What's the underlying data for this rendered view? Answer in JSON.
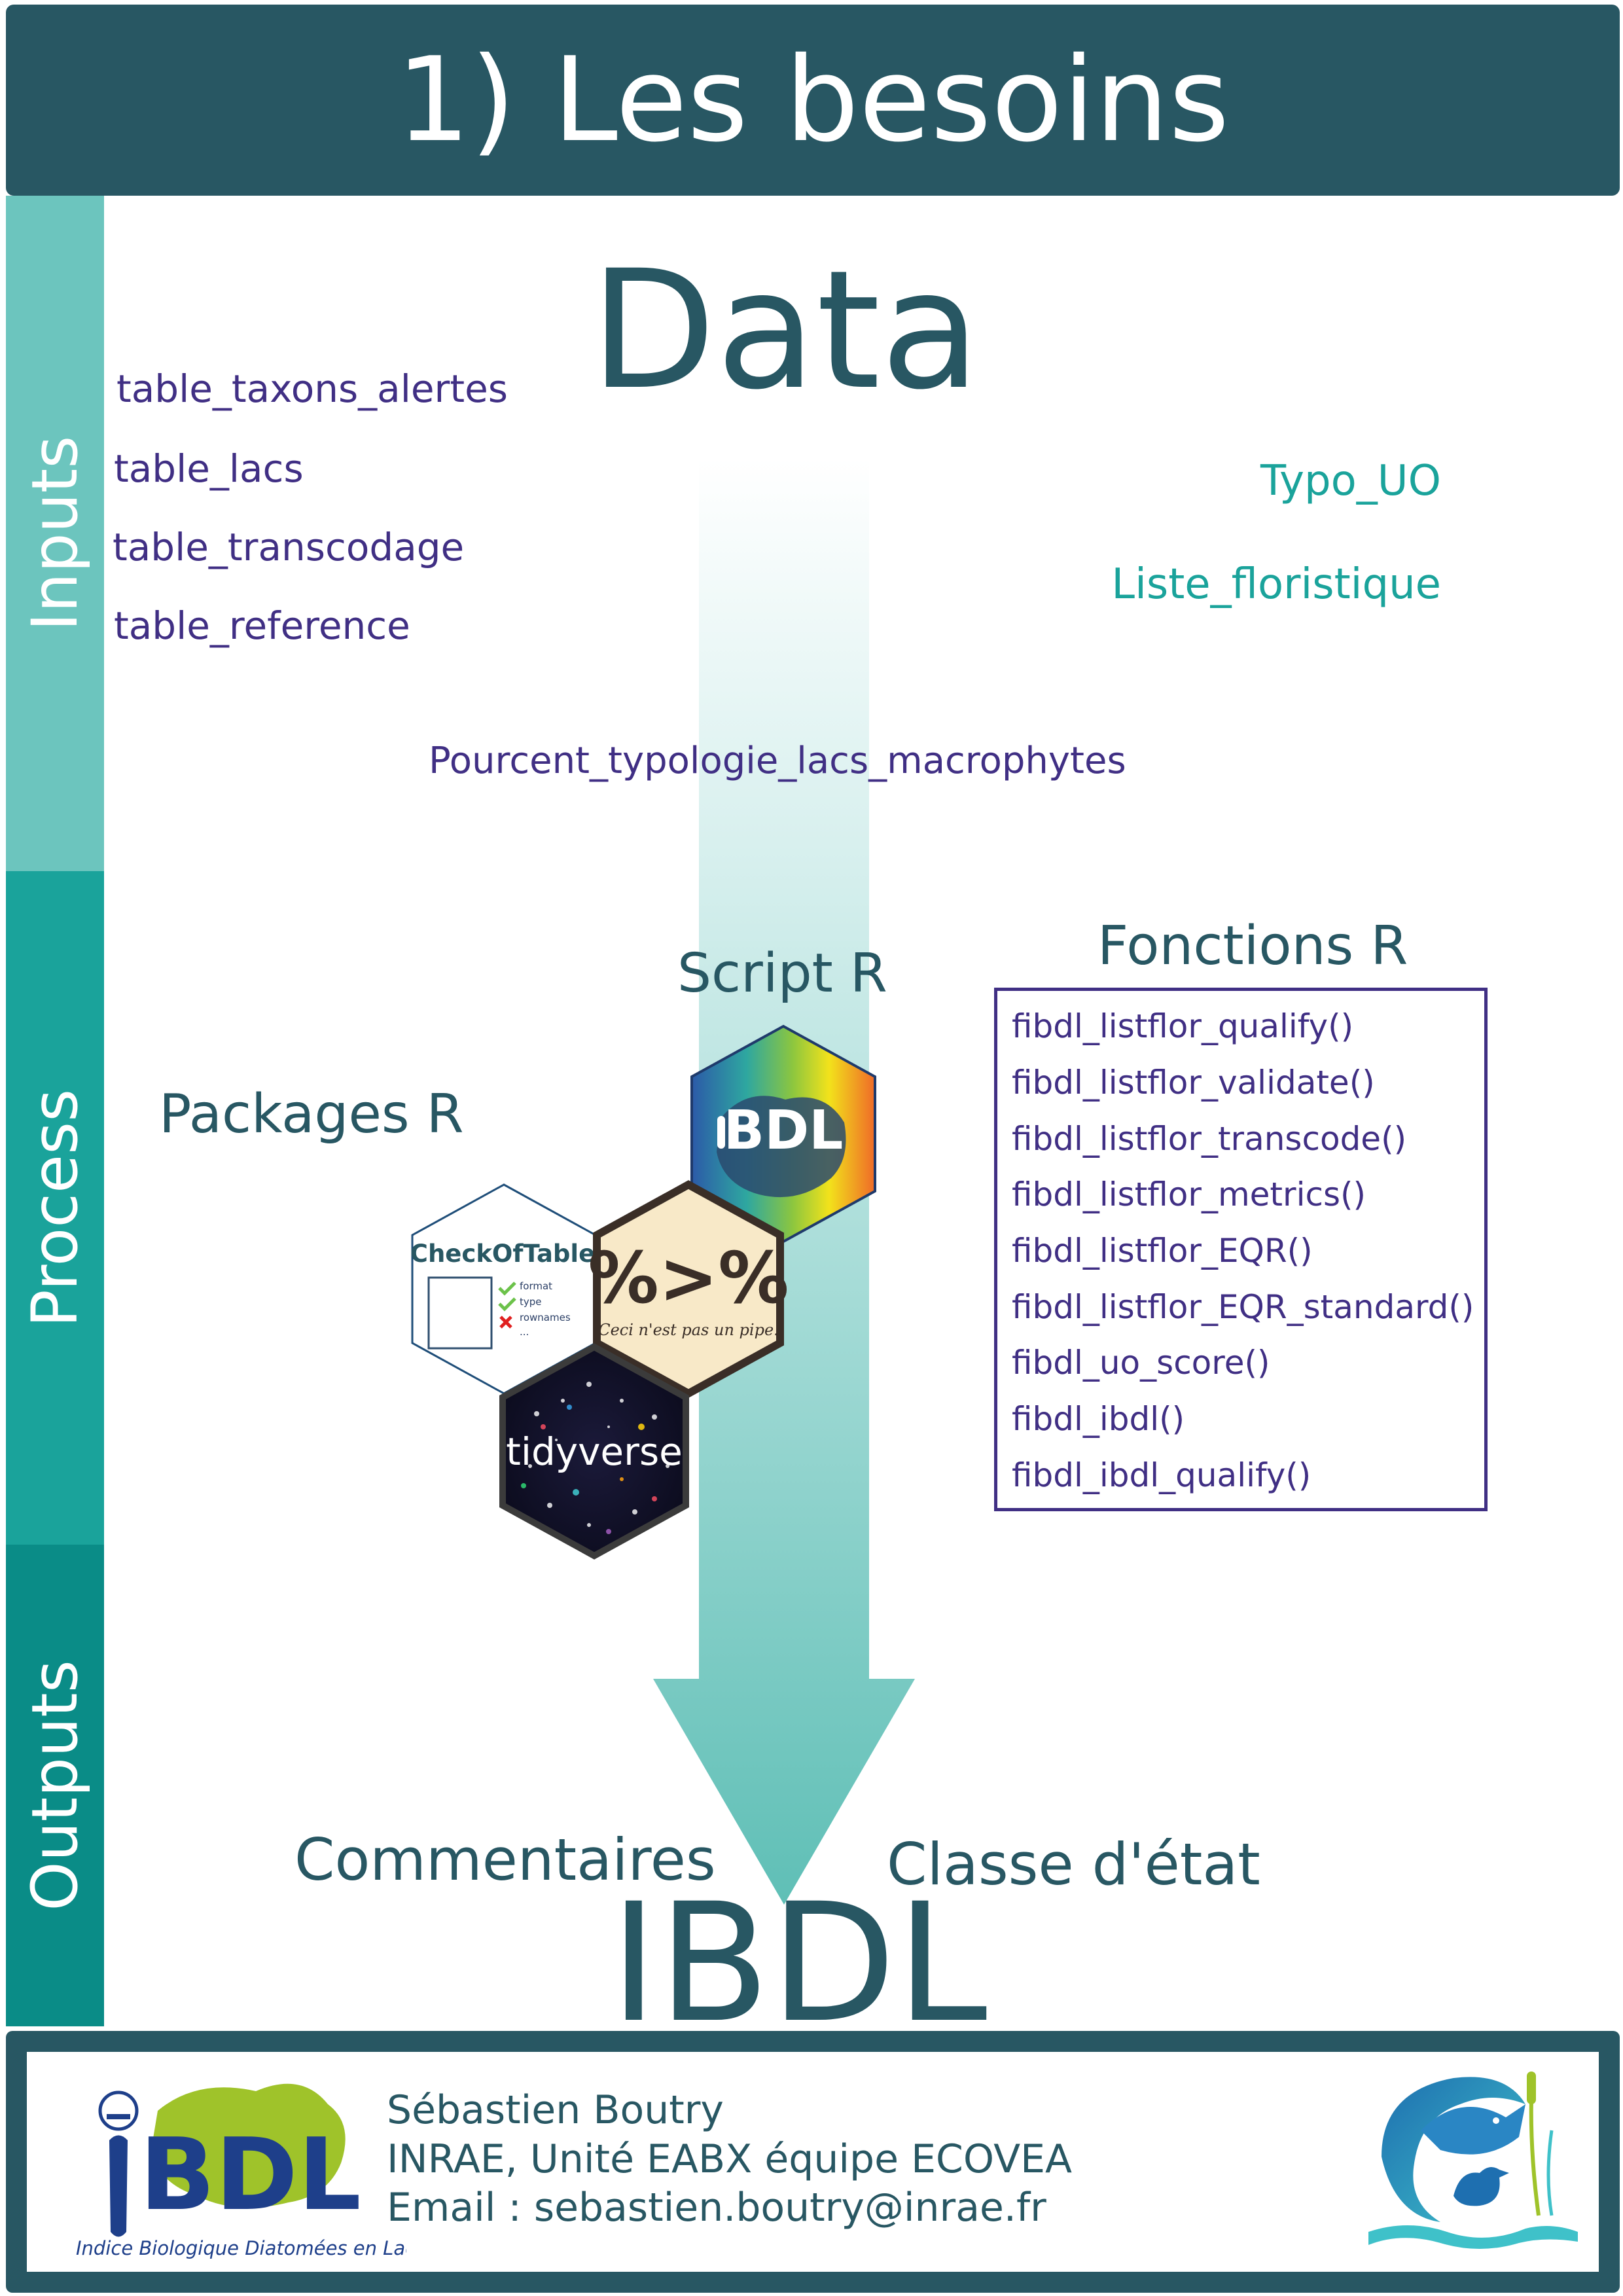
{
  "header": {
    "title": "1) Les besoins"
  },
  "bands": {
    "inputs": "Inputs",
    "process": "Process",
    "outputs": "Outputs"
  },
  "data_title": "Data",
  "input_tables": [
    "table_taxons_alertes",
    "table_lacs",
    "table_transcodage",
    "table_reference"
  ],
  "input_files_right": [
    "Typo_UO",
    "Liste_floristique"
  ],
  "input_center": "Pourcent_typologie_lacs_macrophytes",
  "script_title": "Script R",
  "packages_title": "Packages R",
  "functions_title": "Fonctions R",
  "functions": [
    "fibdl_listflor_qualify()",
    "fibdl_listflor_validate()",
    "fibdl_listflor_transcode()",
    "fibdl_listflor_metrics()",
    "fibdl_listflor_EQR()",
    "fibdl_listflor_EQR_standard()",
    "fibdl_uo_score()",
    "fibdl_ibdl()",
    "fibdl_ibdl_qualify()"
  ],
  "hex_logos": {
    "ibdl": {
      "text": "BDL"
    },
    "checkoftable": {
      "title": "CheckOfTable",
      "items": [
        "format",
        "type",
        "rownames",
        "..."
      ]
    },
    "magrittr": {
      "symbol": "%>%",
      "caption": "Ceci n'est pas un pipe."
    },
    "tidyverse": {
      "text": "tidyverse"
    }
  },
  "outputs": {
    "left": "Commentaires",
    "right": "Classe d'état",
    "main": "IBDL"
  },
  "footer": {
    "logo_text": "BDL",
    "logo_caption": "Indice Biologique Diatomées en Lac",
    "author": "Sébastien Boutry",
    "affiliation": "INRAE, Unité EABX équipe ECOVEA",
    "email": "Email : sebastien.boutry@inrae.fr"
  },
  "colors": {
    "header": "#285763",
    "inputs_band": "#6cc5be",
    "process_band": "#1aa39b",
    "outputs_band": "#0a8c87",
    "text_dark": "#285763",
    "text_purple": "#402f84",
    "text_teal": "#1aa39b",
    "arrow": "#5fbfb6"
  }
}
